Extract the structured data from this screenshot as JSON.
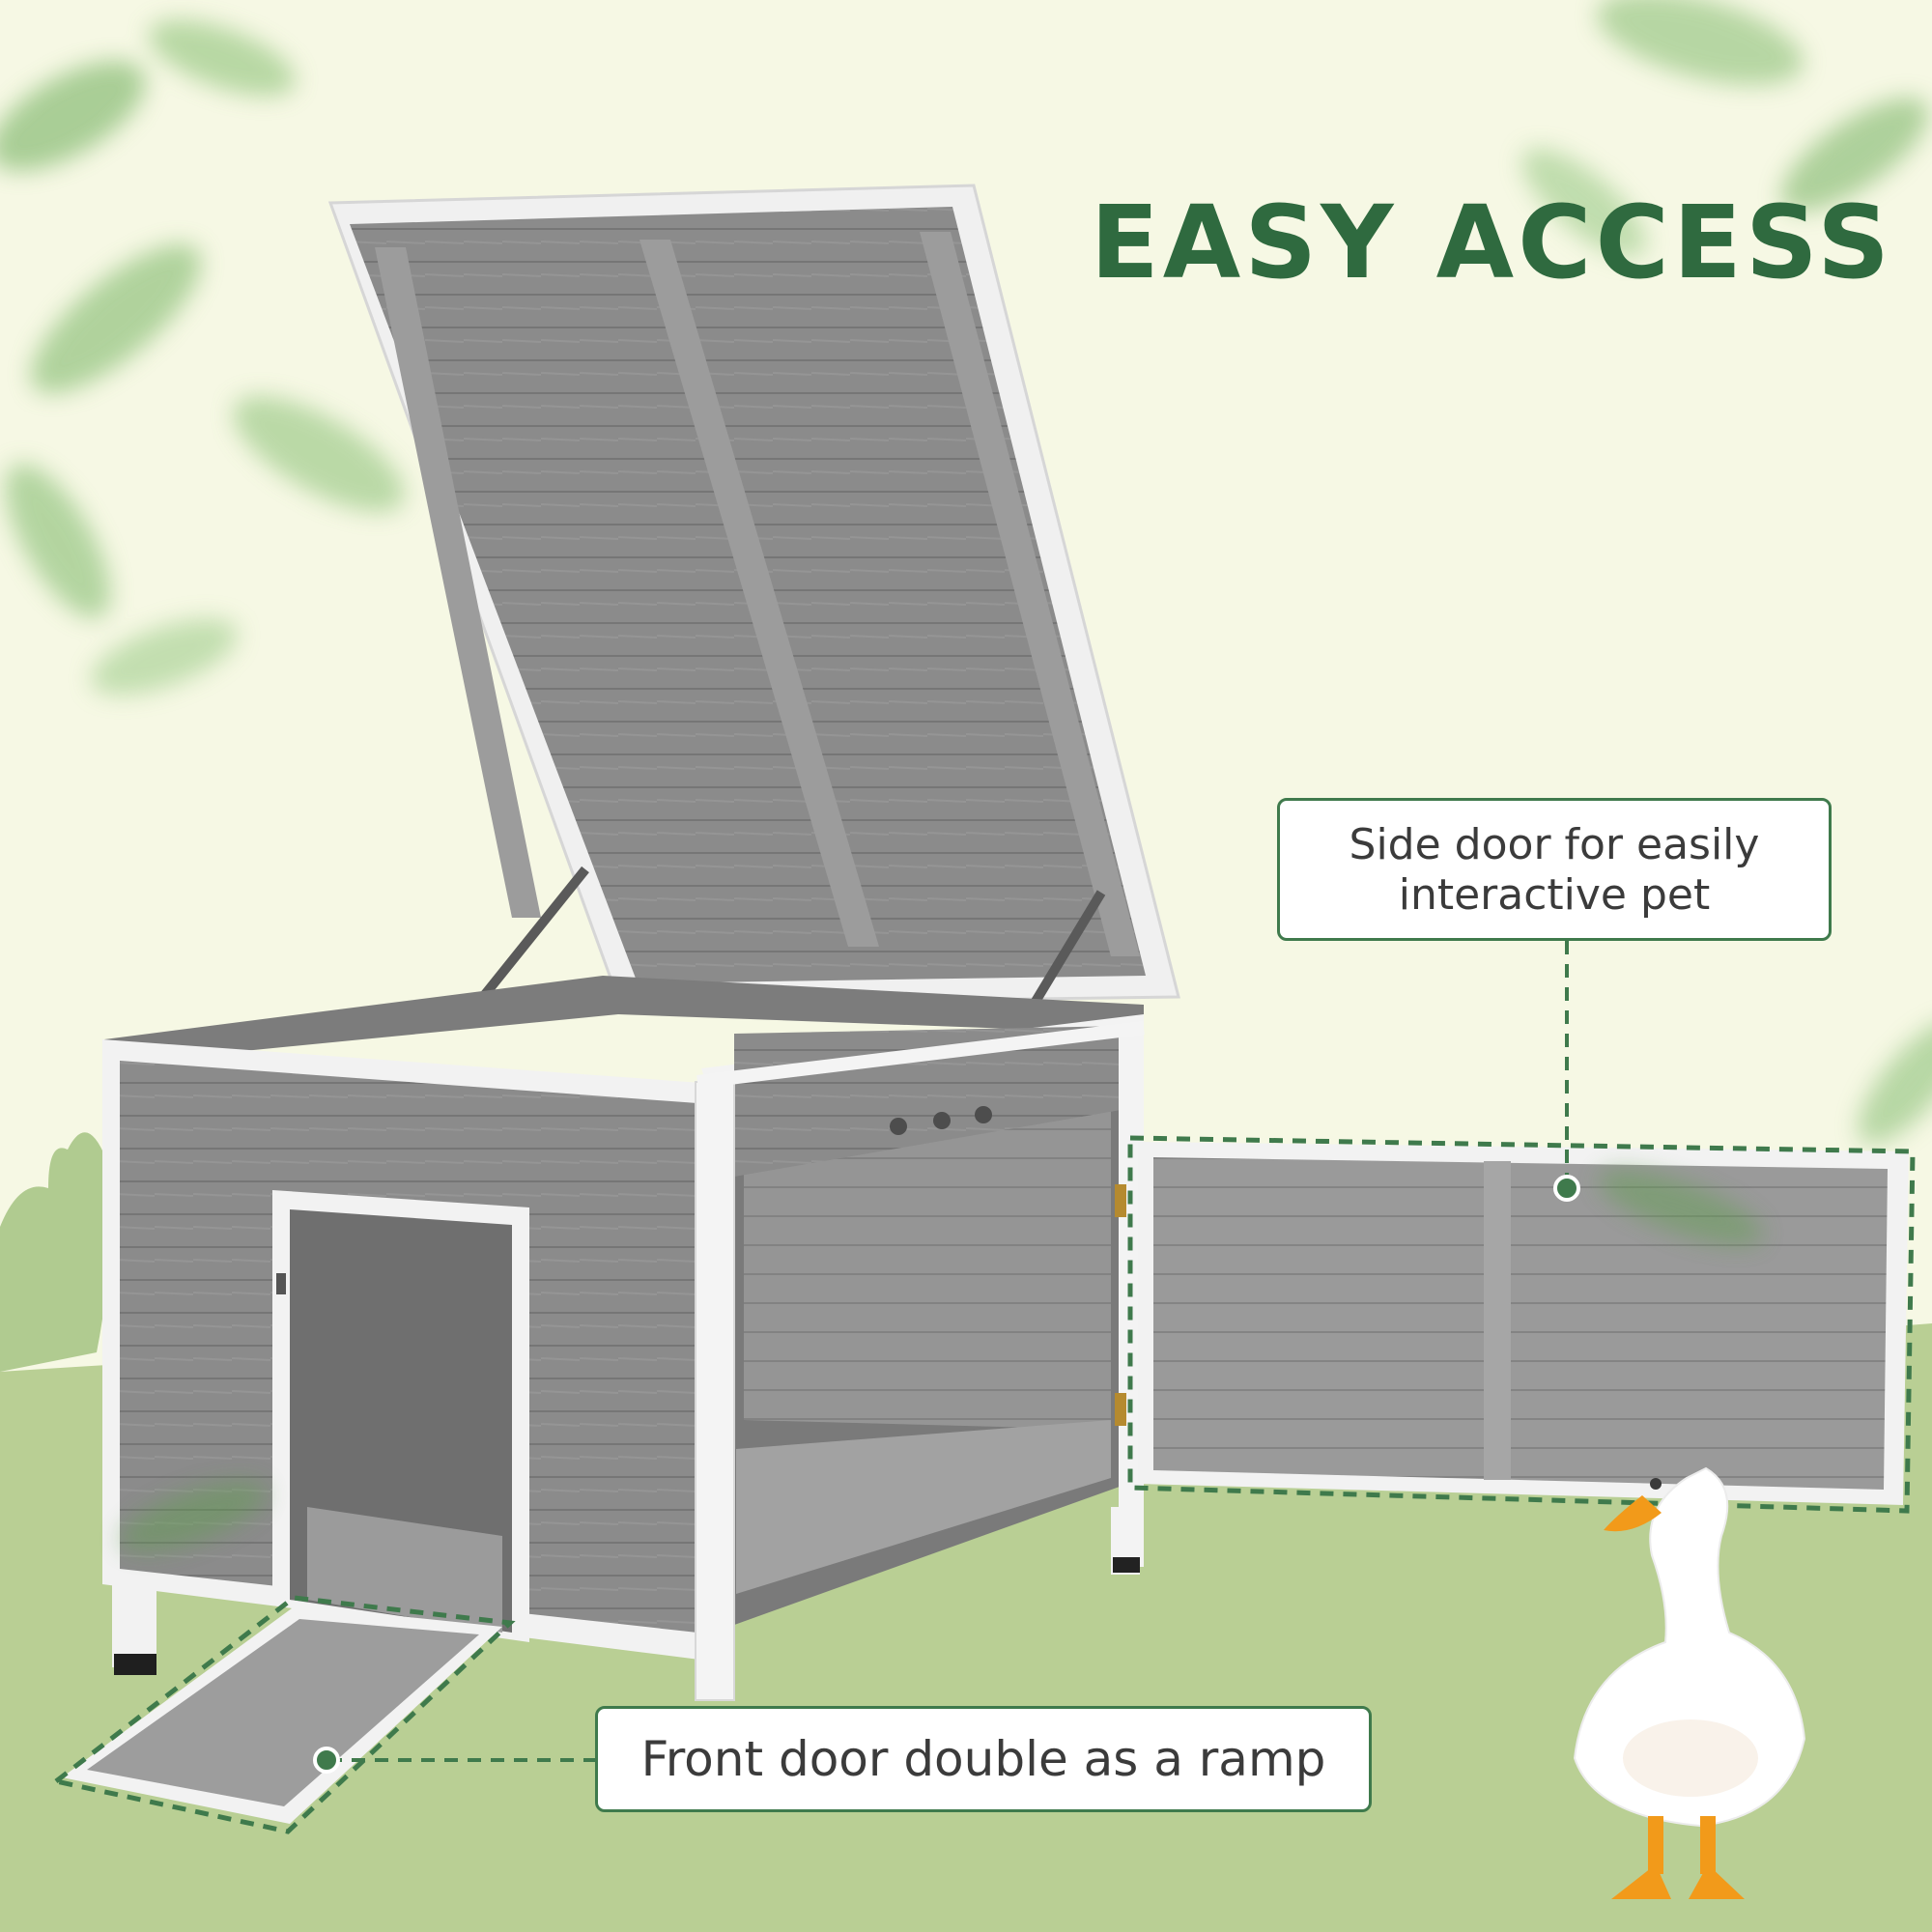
{
  "headline": "EASY ACCESS",
  "callouts": {
    "side_door": {
      "line1": "Side door for easily",
      "line2": "interactive pet"
    },
    "front_door": "Front door double as a ramp"
  },
  "colors": {
    "background": "#f6f8e4",
    "grass": "#b9cf94",
    "headline": "#2f6a3f",
    "callout_border": "#3f7a4c",
    "callout_text": "#3b3b3b",
    "hutch_wood": "#8a8a8a",
    "hutch_frame": "#f2f2f2",
    "duck_beak": "#f29a1a"
  },
  "icons": [
    "leaf-icon",
    "bush-icon",
    "duck-icon"
  ]
}
